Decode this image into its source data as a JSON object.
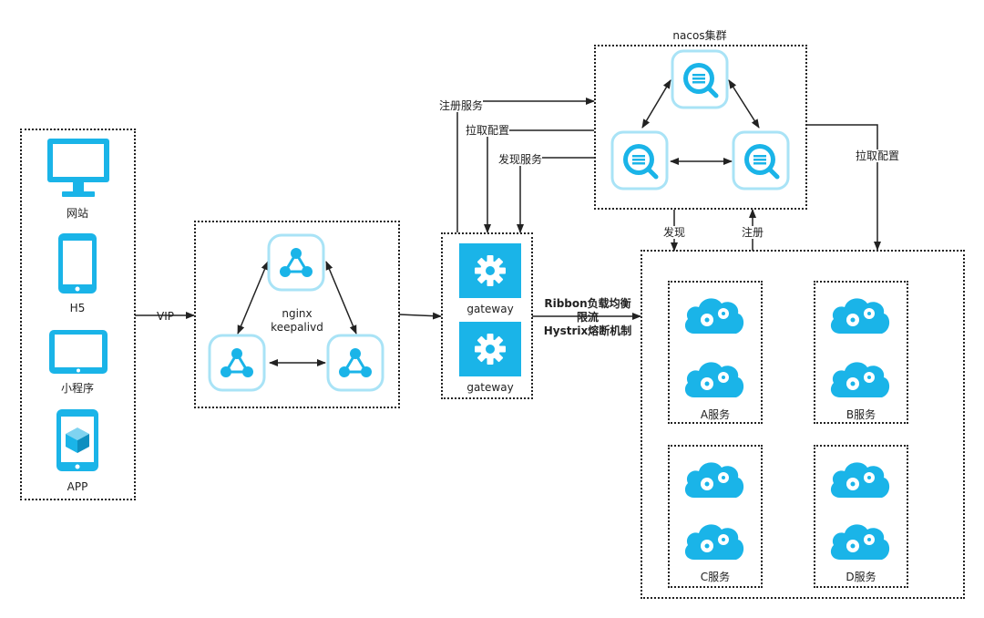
{
  "clients": {
    "items": [
      {
        "label": "网站",
        "icon": "monitor-icon"
      },
      {
        "label": "H5",
        "icon": "phone-icon"
      },
      {
        "label": "小程序",
        "icon": "tablet-icon"
      },
      {
        "label": "APP",
        "icon": "app-cube-icon"
      }
    ]
  },
  "links": {
    "vip": "VIP",
    "register_service": "注册服务",
    "pull_config": "拉取配置",
    "discover_service": "发现服务",
    "discover": "发现",
    "register": "注册",
    "pull_config_right": "拉取配置",
    "routing_lines": [
      "Ribbon负载均衡",
      "限流",
      "Hystrix熔断机制"
    ]
  },
  "nginx": {
    "name_line1": "nginx",
    "name_line2": "keepalivd",
    "icon": "network-node-icon"
  },
  "gateway": {
    "labels": [
      "gateway",
      "gateway"
    ],
    "icon": "gear-icon"
  },
  "nacos": {
    "title": "nacos集群",
    "icon": "nacos-search-icon"
  },
  "services": {
    "groups": [
      {
        "label": "A服务"
      },
      {
        "label": "B服务"
      },
      {
        "label": "C服务"
      },
      {
        "label": "D服务"
      }
    ],
    "icon": "cloud-gear-icon"
  },
  "colors": {
    "accent": "#1ab4e8",
    "accent_light": "#a9e3f6",
    "line": "#222222"
  }
}
